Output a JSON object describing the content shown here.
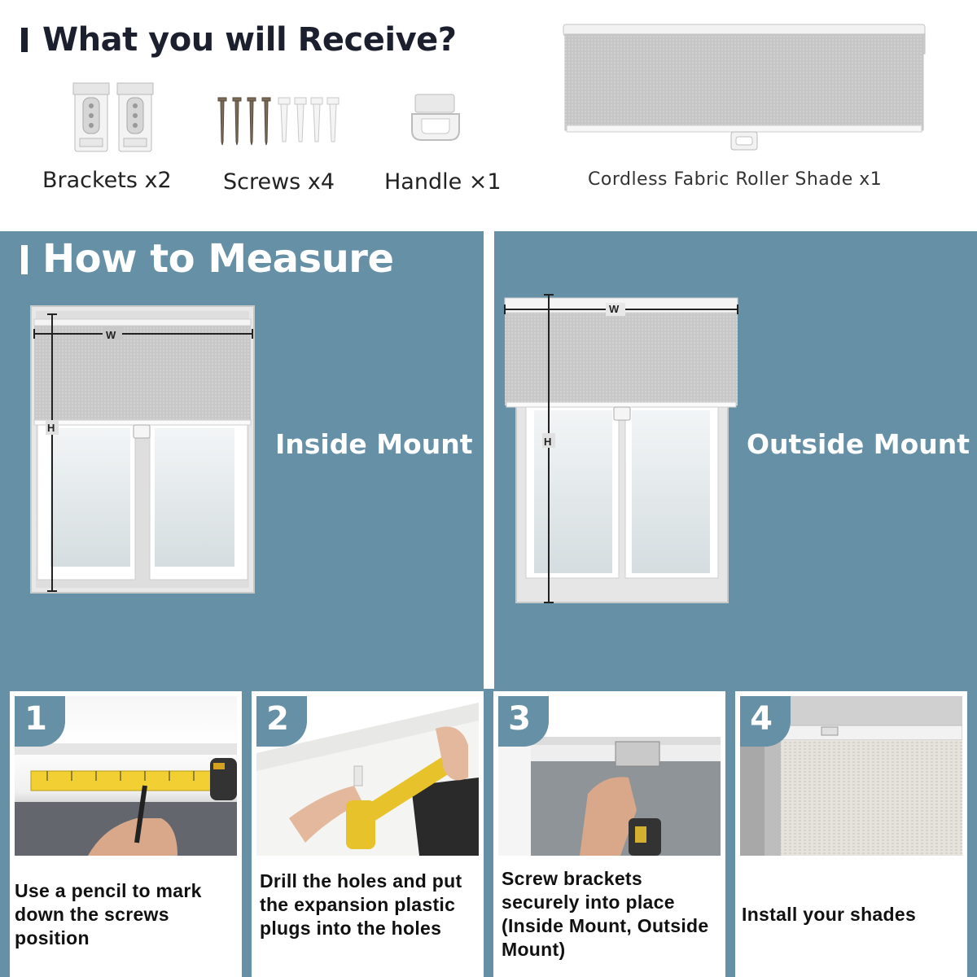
{
  "receive": {
    "title": "What you will Receive?",
    "items": [
      {
        "label": "Brackets x2",
        "icon": "bracket-icon"
      },
      {
        "label": "Screws x4",
        "icon": "screw-icon"
      },
      {
        "label": "Handle ×1",
        "icon": "handle-icon"
      }
    ],
    "shade_label": "Cordless Fabric Roller Shade x1"
  },
  "measure": {
    "title": "How to Measure",
    "inside": {
      "label": "Inside Mount",
      "w": "W",
      "h": "H"
    },
    "outside": {
      "label": "Outside Mount",
      "w": "W",
      "h": "H"
    }
  },
  "steps": [
    {
      "num": "1",
      "text": "Use a pencil to mark down the screws position"
    },
    {
      "num": "2",
      "text": "Drill the holes and put the expansion plastic plugs into the holes"
    },
    {
      "num": "3",
      "text": "Screw brackets securely into place (Inside Mount, Outside Mount)"
    },
    {
      "num": "4",
      "text": "Install your shades"
    }
  ],
  "colors": {
    "panel": "#6690a6",
    "title_dark": "#1c1f2e",
    "white": "#ffffff"
  }
}
